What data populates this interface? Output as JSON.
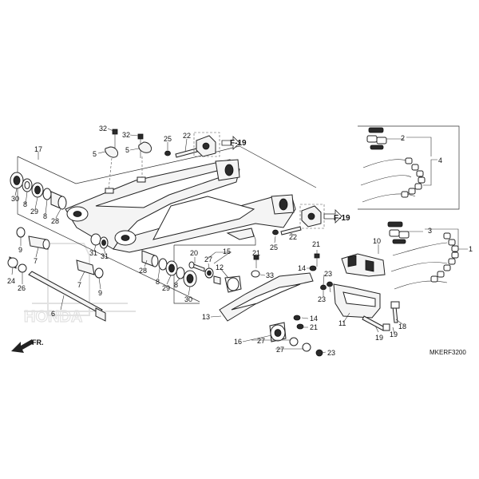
{
  "diagram": {
    "code": "MKERF3200",
    "direction_label": "FR.",
    "watermark_brand": "HONDA",
    "references": [
      {
        "id": "ref-f19-top",
        "label": "F-19"
      },
      {
        "id": "ref-f19-mid",
        "label": "F-19"
      }
    ],
    "callouts": [
      {
        "id": "c32a",
        "label": "32"
      },
      {
        "id": "c32b",
        "label": "32"
      },
      {
        "id": "c5a",
        "label": "5"
      },
      {
        "id": "c5b",
        "label": "5"
      },
      {
        "id": "c25a",
        "label": "25"
      },
      {
        "id": "c22a",
        "label": "22"
      },
      {
        "id": "c17",
        "label": "17"
      },
      {
        "id": "c30a",
        "label": "30"
      },
      {
        "id": "c8a",
        "label": "8"
      },
      {
        "id": "c29a",
        "label": "29"
      },
      {
        "id": "c8b",
        "label": "8"
      },
      {
        "id": "c28a",
        "label": "28"
      },
      {
        "id": "c9a",
        "label": "9"
      },
      {
        "id": "c7a",
        "label": "7"
      },
      {
        "id": "c31a",
        "label": "31"
      },
      {
        "id": "c31b",
        "label": "31"
      },
      {
        "id": "c24",
        "label": "24"
      },
      {
        "id": "c26",
        "label": "26"
      },
      {
        "id": "c6",
        "label": "6"
      },
      {
        "id": "c7b",
        "label": "7"
      },
      {
        "id": "c9b",
        "label": "9"
      },
      {
        "id": "c28b",
        "label": "28"
      },
      {
        "id": "c8c",
        "label": "8"
      },
      {
        "id": "c29b",
        "label": "29"
      },
      {
        "id": "c8d",
        "label": "8"
      },
      {
        "id": "c30b",
        "label": "30"
      },
      {
        "id": "c20",
        "label": "20"
      },
      {
        "id": "c27a",
        "label": "27"
      },
      {
        "id": "c15",
        "label": "15"
      },
      {
        "id": "c12",
        "label": "12"
      },
      {
        "id": "c21a",
        "label": "21"
      },
      {
        "id": "c33",
        "label": "33"
      },
      {
        "id": "c25b",
        "label": "25"
      },
      {
        "id": "c22b",
        "label": "22"
      },
      {
        "id": "c21b",
        "label": "21"
      },
      {
        "id": "c14a",
        "label": "14"
      },
      {
        "id": "c23a",
        "label": "23"
      },
      {
        "id": "c23b",
        "label": "23"
      },
      {
        "id": "c13",
        "label": "13"
      },
      {
        "id": "c14b",
        "label": "14"
      },
      {
        "id": "c21c",
        "label": "21"
      },
      {
        "id": "c16",
        "label": "16"
      },
      {
        "id": "c27b",
        "label": "27"
      },
      {
        "id": "c27c",
        "label": "27"
      },
      {
        "id": "c23c",
        "label": "23"
      },
      {
        "id": "c10",
        "label": "10"
      },
      {
        "id": "c11",
        "label": "11"
      },
      {
        "id": "c19a",
        "label": "19"
      },
      {
        "id": "c19b",
        "label": "19"
      },
      {
        "id": "c18",
        "label": "18"
      },
      {
        "id": "c2",
        "label": "2"
      },
      {
        "id": "c4",
        "label": "4"
      },
      {
        "id": "c3",
        "label": "3"
      },
      {
        "id": "c1",
        "label": "1"
      }
    ]
  }
}
